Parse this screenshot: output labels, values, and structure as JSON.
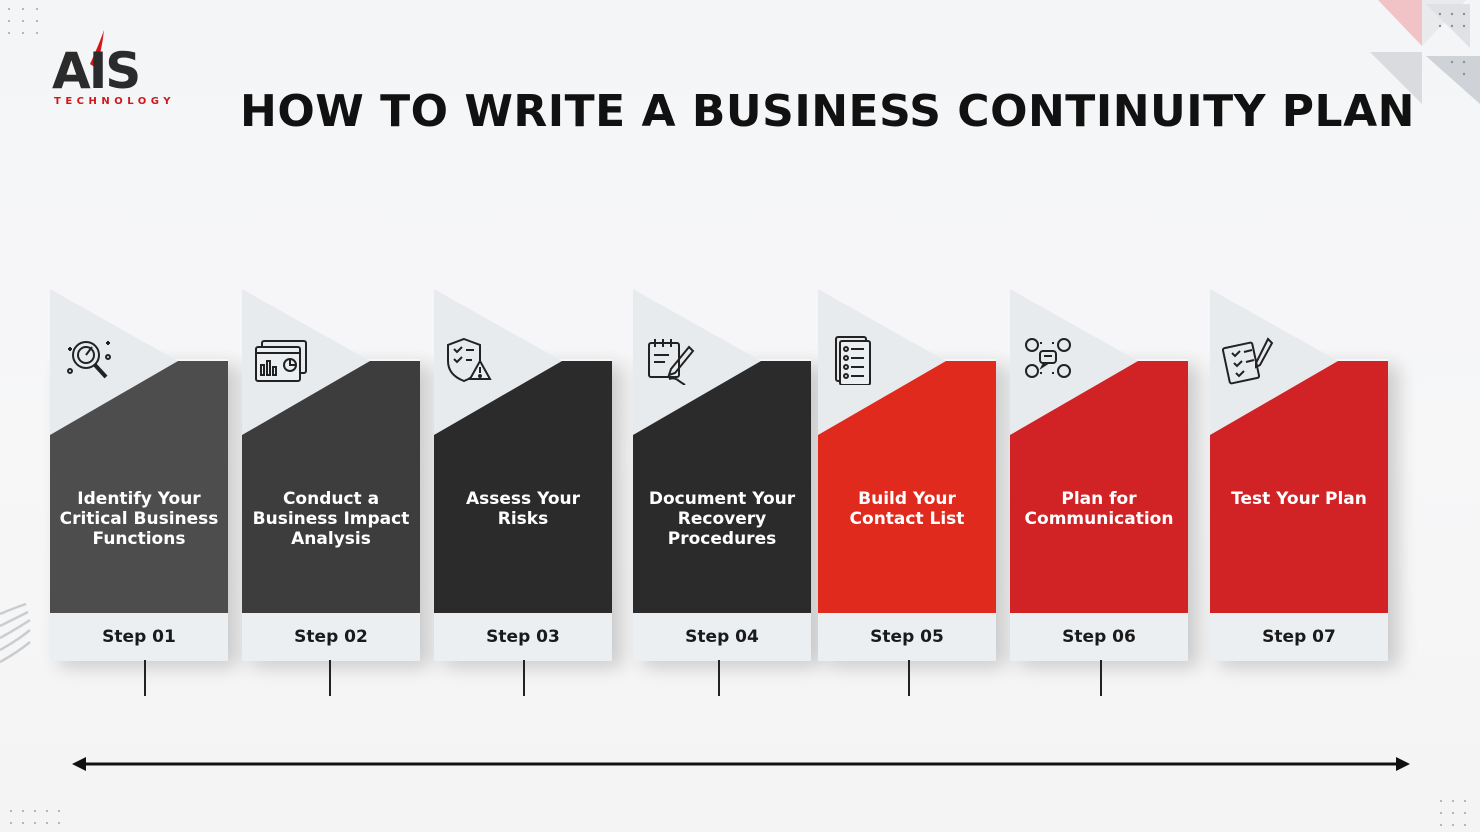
{
  "logo": {
    "text": "AIS",
    "subtext": "TECHNOLOGY"
  },
  "title": "HOW TO WRITE A BUSINESS CONTINUITY PLAN",
  "colors": {
    "dark_1": "#4b4b4b",
    "dark_2": "#3a3a3a",
    "dark_3": "#2a2a2a",
    "red": "#d9251d",
    "red_dark": "#cf2023",
    "accent": "#d4161b"
  },
  "steps": [
    {
      "label": "Identify Your Critical Business Functions",
      "step": "Step 01",
      "icon": "search-analytics-icon",
      "color": "#4d4d4d"
    },
    {
      "label": "Conduct a Business Impact Analysis",
      "step": "Step 02",
      "icon": "dashboard-report-icon",
      "color": "#3d3d3d"
    },
    {
      "label": "Assess Your Risks",
      "step": "Step 03",
      "icon": "shield-warning-icon",
      "color": "#2b2b2b"
    },
    {
      "label": "Document Your Recovery Procedures",
      "step": "Step 04",
      "icon": "notepad-writing-icon",
      "color": "#2b2b2b"
    },
    {
      "label": "Build Your Contact List",
      "step": "Step 05",
      "icon": "contact-list-icon",
      "color": "#e02a1e"
    },
    {
      "label": "Plan for Communication",
      "step": "Step 06",
      "icon": "team-communication-icon",
      "color": "#d12226"
    },
    {
      "label": "Test Your Plan",
      "step": "Step 07",
      "icon": "checklist-pen-icon",
      "color": "#d12226"
    }
  ]
}
